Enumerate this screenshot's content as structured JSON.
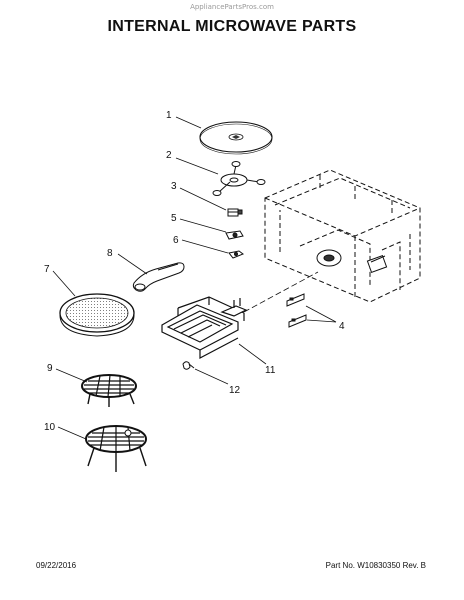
{
  "watermark": "AppliancePartsPros.com",
  "title": "INTERNAL MICROWAVE PARTS",
  "callouts": [
    "1",
    "2",
    "3",
    "5",
    "6",
    "8",
    "7",
    "4",
    "11",
    "12",
    "9",
    "10"
  ],
  "footer": {
    "date": "09/22/2016",
    "part_number": "Part No. W10830350  Rev. B"
  }
}
